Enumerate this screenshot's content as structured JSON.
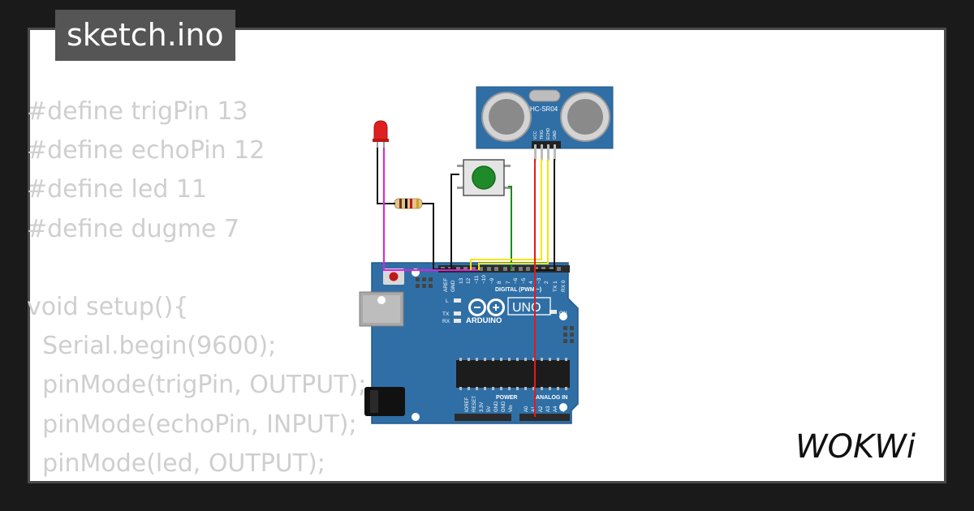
{
  "title": "sketch.ino",
  "code_lines": [
    "#define trigPin 13",
    "#define echoPin 12",
    "#define led 11",
    "#define dugme 7",
    "",
    "void setup(){",
    "  Serial.begin(9600);",
    "  pinMode(trigPin, OUTPUT);",
    "  pinMode(echoPin, INPUT);",
    "  pinMode(led, OUTPUT);"
  ],
  "sensor": {
    "label": "HC-SR04",
    "pins": [
      "VCC",
      "TRIG",
      "ECHO",
      "GND"
    ]
  },
  "board": {
    "brand": "ARDUINO",
    "model": "UNO",
    "digital_label": "DIGITAL (PWM ~)",
    "power_label": "POWER",
    "analog_label": "ANALOG IN",
    "led_labels": [
      "L",
      "TX",
      "RX"
    ],
    "on_label": "ON",
    "top_pins": [
      "AREF",
      "GND",
      "13",
      "12",
      "~11",
      "~10",
      "~9",
      "8",
      "7",
      "~6",
      "~5",
      "4",
      "~3",
      "2",
      "TX 1",
      "RX 0"
    ],
    "power_pins": [
      "IOREF",
      "RESET",
      "3.3V",
      "5V",
      "GND",
      "GND",
      "Vin"
    ],
    "analog_pins": [
      "A0",
      "A1",
      "A2",
      "A3",
      "A4",
      "A5"
    ]
  },
  "logo_text": "WOKWi",
  "colors": {
    "pcb": "#2f6fa6",
    "led": "#e02020",
    "button": "#1f8a2a",
    "wire_red": "#e8191a",
    "wire_yellow": "#f5e600",
    "wire_magenta": "#e020e0",
    "wire_green": "#1b8a1b",
    "wire_black": "#111111"
  }
}
